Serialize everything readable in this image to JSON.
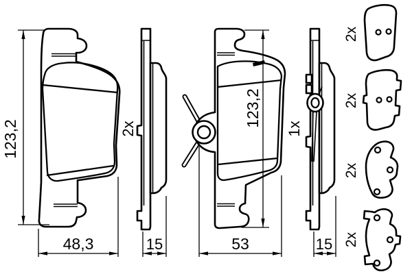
{
  "drawing": {
    "background": "#ffffff",
    "line_color": "#000000",
    "pad_front_left": {
      "height_dim": "123,2",
      "width_dim": "48,3"
    },
    "pad_side_left": {
      "quantity": "2x",
      "thickness_dim": "15"
    },
    "pad_front_right": {
      "height_dim": "123,2",
      "width_dim": "53"
    },
    "pad_side_right": {
      "quantity": "1x",
      "thickness_dim": "15"
    },
    "accessories": [
      {
        "label": "2x"
      },
      {
        "label": "2x"
      },
      {
        "label": "2x"
      },
      {
        "label": "2x"
      }
    ]
  }
}
